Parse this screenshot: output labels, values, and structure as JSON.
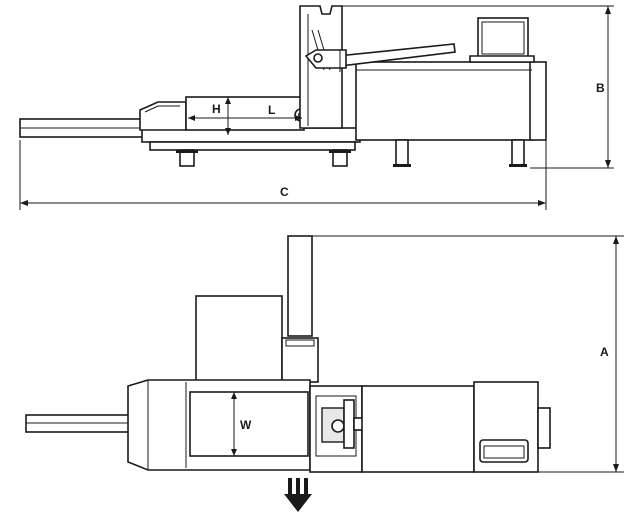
{
  "labels": {
    "height": "H",
    "length": "L",
    "side_height": "B",
    "overall_length": "C",
    "top_depth": "A",
    "width": "W"
  }
}
